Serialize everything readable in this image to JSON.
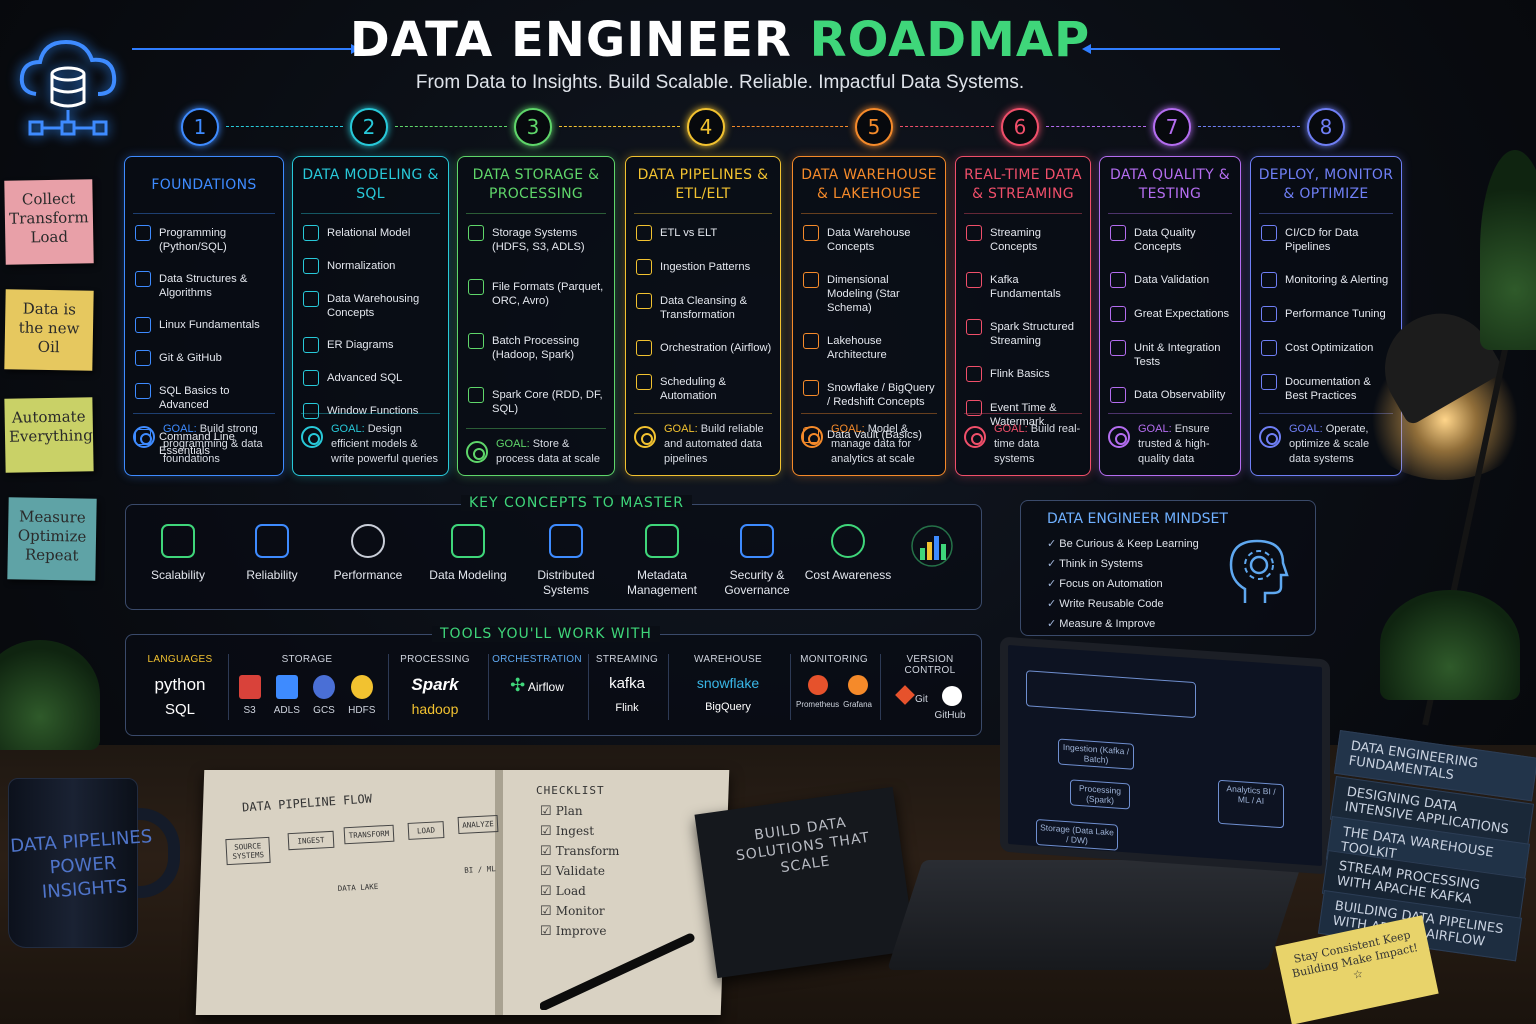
{
  "header": {
    "title_main": "DATA ENGINEER",
    "title_accent": "ROADMAP",
    "subtitle": "From Data to Insights. Build Scalable. Reliable. Impactful Data Systems."
  },
  "sticky_notes": [
    {
      "text": "Collect Transform Load",
      "color": "#e8a0a8"
    },
    {
      "text": "Data is the new Oil",
      "color": "#e6c85f"
    },
    {
      "text": "Automate Everything",
      "color": "#c9d167"
    },
    {
      "text": "Measure Optimize Repeat",
      "color": "#5fa3a6"
    }
  ],
  "steps": [
    {
      "num": "1",
      "color": "#3e8bff",
      "title": "FOUNDATIONS",
      "items": [
        "Programming (Python/SQL)",
        "Data Structures & Algorithms",
        "Linux Fundamentals",
        "Git & GitHub",
        "SQL Basics to Advanced",
        "Command Line Essentials"
      ],
      "goal_label": "GOAL:",
      "goal": "Build strong programming & data foundations"
    },
    {
      "num": "2",
      "color": "#28c9d9",
      "title": "DATA MODELING & SQL",
      "items": [
        "Relational Model",
        "Normalization",
        "Data Warehousing Concepts",
        "ER Diagrams",
        "Advanced SQL",
        "Window Functions"
      ],
      "goal_label": "GOAL:",
      "goal": "Design efficient models & write powerful queries"
    },
    {
      "num": "3",
      "color": "#5fd66a",
      "title": "DATA STORAGE & PROCESSING",
      "items": [
        "Storage Systems (HDFS, S3, ADLS)",
        "File Formats (Parquet, ORC, Avro)",
        "Batch Processing (Hadoop, Spark)",
        "Spark Core (RDD, DF, SQL)"
      ],
      "goal_label": "GOAL:",
      "goal": "Store & process data at scale"
    },
    {
      "num": "4",
      "color": "#f2c230",
      "title": "DATA PIPELINES & ETL/ELT",
      "items": [
        "ETL vs ELT",
        "Ingestion Patterns",
        "Data Cleansing & Transformation",
        "Orchestration (Airflow)",
        "Scheduling & Automation"
      ],
      "goal_label": "GOAL:",
      "goal": "Build reliable and automated data pipelines"
    },
    {
      "num": "5",
      "color": "#f58a2a",
      "title": "DATA WAREHOUSE & LAKEHOUSE",
      "items": [
        "Data Warehouse Concepts",
        "Dimensional Modeling (Star Schema)",
        "Lakehouse Architecture",
        "Snowflake / BigQuery / Redshift Concepts",
        "Data Vault (Basics)"
      ],
      "goal_label": "GOAL:",
      "goal": "Model & manage data for analytics at scale"
    },
    {
      "num": "6",
      "color": "#f04f6a",
      "title": "REAL-TIME DATA & STREAMING",
      "items": [
        "Streaming Concepts",
        "Kafka Fundamentals",
        "Spark Structured Streaming",
        "Flink Basics",
        "Event Time & Watermark"
      ],
      "goal_label": "GOAL:",
      "goal": "Build real-time data systems"
    },
    {
      "num": "7",
      "color": "#b46df0",
      "title": "DATA QUALITY & TESTING",
      "items": [
        "Data Quality Concepts",
        "Data Validation",
        "Great Expectations",
        "Unit & Integration Tests",
        "Data Observability"
      ],
      "goal_label": "GOAL:",
      "goal": "Ensure trusted & high-quality data"
    },
    {
      "num": "8",
      "color": "#6f7ff5",
      "title": "DEPLOY, MONITOR & OPTIMIZE",
      "items": [
        "CI/CD for Data Pipelines",
        "Monitoring & Alerting",
        "Performance Tuning",
        "Cost Optimization",
        "Documentation & Best Practices"
      ],
      "goal_label": "GOAL:",
      "goal": "Operate, optimize & scale data systems"
    }
  ],
  "key_concepts": {
    "title": "KEY CONCEPTS TO MASTER",
    "items": [
      {
        "label": "Scalability",
        "icon": "scale-arrows-icon",
        "color": "#3fd67a"
      },
      {
        "label": "Reliability",
        "icon": "shield-icon",
        "color": "#3e8bff"
      },
      {
        "label": "Performance",
        "icon": "gauge-icon",
        "color": "#c9ced8"
      },
      {
        "label": "Data Modeling",
        "icon": "hierarchy-icon",
        "color": "#3fd67a"
      },
      {
        "label": "Distributed Systems",
        "icon": "network-icon",
        "color": "#3e8bff"
      },
      {
        "label": "Metadata Management",
        "icon": "database-doc-icon",
        "color": "#3fd67a"
      },
      {
        "label": "Security & Governance",
        "icon": "shield-check-icon",
        "color": "#3e8bff"
      },
      {
        "label": "Cost Awareness",
        "icon": "dollar-icon",
        "color": "#3fd67a"
      }
    ]
  },
  "mindset": {
    "title": "DATA ENGINEER MINDSET",
    "items": [
      "Be Curious & Keep Learning",
      "Think in Systems",
      "Focus on Automation",
      "Write Reusable Code",
      "Measure & Improve"
    ]
  },
  "tools": {
    "title": "TOOLS YOU'LL WORK WITH",
    "columns": [
      {
        "header": "LANGUAGES",
        "header_color": "#f2c230",
        "items": [
          "python",
          "SQL"
        ]
      },
      {
        "header": "STORAGE",
        "items": [
          "S3",
          "ADLS",
          "GCS",
          "HDFS"
        ]
      },
      {
        "header": "PROCESSING",
        "items": [
          "Spark",
          "hadoop"
        ]
      },
      {
        "header": "ORCHESTRATION",
        "header_color": "#5fa8f0",
        "items": [
          "Airflow"
        ]
      },
      {
        "header": "STREAMING",
        "items": [
          "kafka",
          "Flink"
        ]
      },
      {
        "header": "WAREHOUSE",
        "items": [
          "snowflake",
          "BigQuery"
        ]
      },
      {
        "header": "MONITORING",
        "items": [
          "Prometheus",
          "Grafana"
        ]
      },
      {
        "header": "VERSION CONTROL",
        "items": [
          "Git",
          "GitHub"
        ]
      }
    ]
  },
  "mug": {
    "text": "DATA PIPELINES POWER INSIGHTS"
  },
  "notebook": {
    "flow_title": "DATA PIPELINE FLOW",
    "flow_nodes": [
      "SOURCE SYSTEMS",
      "INGEST",
      "TRANSFORM",
      "LOAD",
      "ANALYZE",
      "DATA LAKE",
      "BI / ML"
    ],
    "checklist_title": "CHECKLIST",
    "checklist": [
      "Plan",
      "Ingest",
      "Transform",
      "Validate",
      "Load",
      "Monitor",
      "Improve"
    ]
  },
  "book": {
    "text": "BUILD DATA SOLUTIONS THAT SCALE"
  },
  "laptop": {
    "nodes": [
      "Ingestion (Kafka / Batch)",
      "Processing (Spark)",
      "Storage (Data Lake / DW)",
      "Analytics BI / ML / AI"
    ]
  },
  "book_stack": [
    "DATA ENGINEERING FUNDAMENTALS",
    "DESIGNING DATA INTENSIVE APPLICATIONS",
    "THE DATA WAREHOUSE TOOLKIT",
    "STREAM PROCESSING WITH APACHE KAFKA",
    "BUILDING DATA PIPELINES WITH APACHE AIRFLOW"
  ],
  "note": {
    "text": "Stay Consistent Keep Building Make Impact! ☆"
  }
}
